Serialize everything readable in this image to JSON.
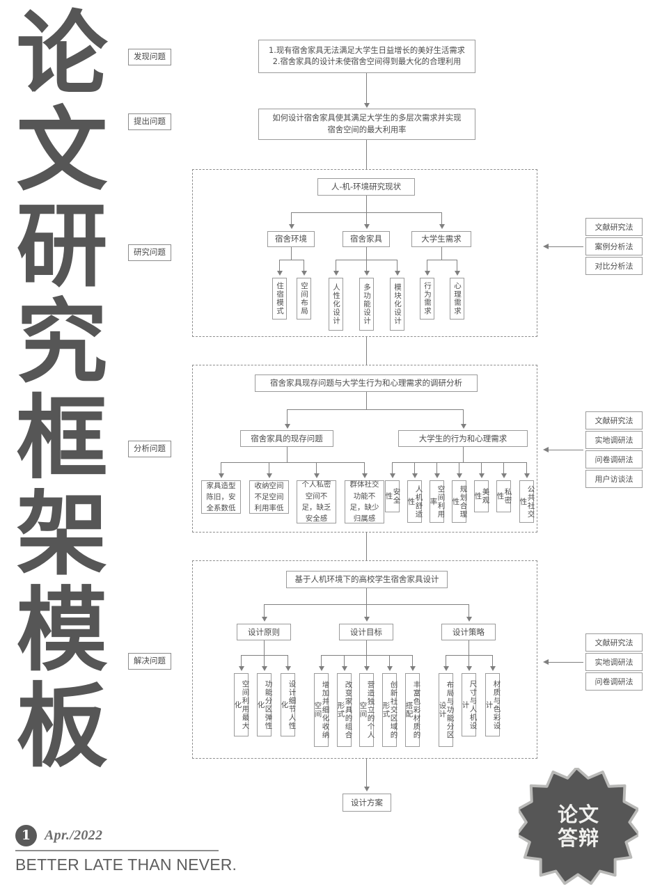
{
  "poster": {
    "title_chars": [
      "论",
      "文",
      "研",
      "究",
      "框",
      "架",
      "模",
      "板"
    ],
    "badge_line1": "论文",
    "badge_line2": "答辩",
    "footer": {
      "number": "1",
      "date": "Apr./2022",
      "tagline": "BETTER LATE THAN NEVER."
    },
    "colors": {
      "title_gray": "#565656",
      "badge_fill": "#565656",
      "badge_ring": "#b9b9b7",
      "line_gray": "#7f7f7f",
      "box_border": "#9a9a9a",
      "dash_border": "#8d8d8d"
    }
  },
  "stages": [
    {
      "id": "discover",
      "label": "发现问题"
    },
    {
      "id": "propose",
      "label": "提出问题"
    },
    {
      "id": "research",
      "label": "研究问题"
    },
    {
      "id": "analyze",
      "label": "分析问题"
    },
    {
      "id": "solve",
      "label": "解决问题"
    }
  ],
  "top": {
    "problem_box_line1": "1.现有宿舍家具无法满足大学生日益增长的美好生活需求",
    "problem_box_line2": "2.宿舍家具的设计未使宿舍空间得到最大化的合理利用",
    "question_box_line1": "如何设计宿舍家具使其满足大学生的多层次需求并实现",
    "question_box_line2": "宿舍空间的最大利用率"
  },
  "research_group": {
    "root": "人-机-环境研究现状",
    "branches": [
      {
        "title": "宿舍环境",
        "leaves": [
          "住宿模式",
          "空间布局"
        ]
      },
      {
        "title": "宿舍家具",
        "leaves": [
          "人性化设计",
          "多功能设计",
          "模块化设计"
        ]
      },
      {
        "title": "大学生需求",
        "leaves": [
          "行为需求",
          "心理需求"
        ]
      }
    ],
    "methods": [
      "文献研究法",
      "案例分析法",
      "对比分析法"
    ]
  },
  "analysis_group": {
    "root": "宿舍家具现存问题与大学生行为和心理需求的调研分析",
    "branches": [
      {
        "title": "宿舍家具的现存问题",
        "leaves": [
          "家具造型陈旧，安全系数低",
          "收纳空间不足空间利用率低",
          "个人私密空间不足，缺乏安全感",
          "群体社交功能不足，缺少归属感"
        ]
      },
      {
        "title": "大学生的行为和心理需求",
        "leaves": [
          "安全性",
          "人机舒适性",
          "空间利用率",
          "规划合理性",
          "美观性",
          "私密性",
          "公共社交性"
        ]
      }
    ],
    "methods": [
      "文献研究法",
      "实地调研法",
      "问卷调研法",
      "用户访谈法"
    ]
  },
  "solution_group": {
    "root": "基于人机环境下的高校学生宿舍家具设计",
    "branches": [
      {
        "title": "设计原则",
        "leaves": [
          "空间利用最大化",
          "功能分区弹性化",
          "设计细节人性化"
        ]
      },
      {
        "title": "设计目标",
        "leaves": [
          "增加并细化收纳空间",
          "改变家具的组合形式",
          "营造独立的个人空间",
          "创新社交区域的形式",
          "丰富色彩材质的搭配"
        ]
      },
      {
        "title": "设计策略",
        "leaves": [
          "布局与功能分区设计",
          "尺寸与人机设计",
          "材质与色彩设计"
        ]
      }
    ],
    "methods": [
      "文献研究法",
      "实地调研法",
      "问卷调研法"
    ]
  },
  "final": {
    "label": "设计方案"
  }
}
